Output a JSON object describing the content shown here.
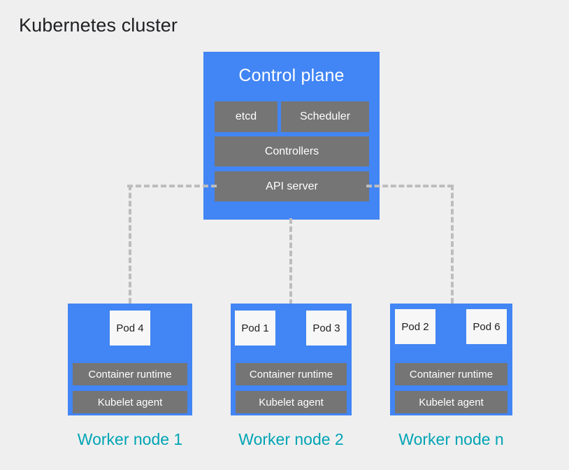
{
  "title": "Kubernetes cluster",
  "colors": {
    "background": "#EFEFEF",
    "node_blue": "#4285F4",
    "component_gray": "#757575",
    "pod_white": "#F7F7F7",
    "label_teal": "#00A4B4",
    "connector_gray": "#BDBDBD",
    "title_text": "#202124"
  },
  "control_plane": {
    "title": "Control plane",
    "components": [
      {
        "id": "etcd",
        "label": "etcd"
      },
      {
        "id": "scheduler",
        "label": "Scheduler"
      },
      {
        "id": "controllers",
        "label": "Controllers"
      },
      {
        "id": "api-server",
        "label": "API server"
      }
    ]
  },
  "worker_nodes": [
    {
      "id": "worker-node-1",
      "label": "Worker node 1",
      "pods": [
        {
          "label": "Pod 4"
        }
      ],
      "components": [
        {
          "label": "Container runtime"
        },
        {
          "label": "Kubelet agent"
        }
      ]
    },
    {
      "id": "worker-node-2",
      "label": "Worker node 2",
      "pods": [
        {
          "label": "Pod 1"
        },
        {
          "label": "Pod 3"
        }
      ],
      "components": [
        {
          "label": "Container runtime"
        },
        {
          "label": "Kubelet agent"
        }
      ]
    },
    {
      "id": "worker-node-n",
      "label": "Worker node n",
      "pods": [
        {
          "label": "Pod 2"
        },
        {
          "label": "Pod 6"
        }
      ],
      "components": [
        {
          "label": "Container runtime"
        },
        {
          "label": "Kubelet agent"
        }
      ]
    }
  ],
  "connections": [
    {
      "from": "api-server",
      "to": "worker-node-1",
      "style": "dashed"
    },
    {
      "from": "api-server",
      "to": "worker-node-2",
      "style": "dashed"
    },
    {
      "from": "api-server",
      "to": "worker-node-n",
      "style": "dashed"
    }
  ]
}
